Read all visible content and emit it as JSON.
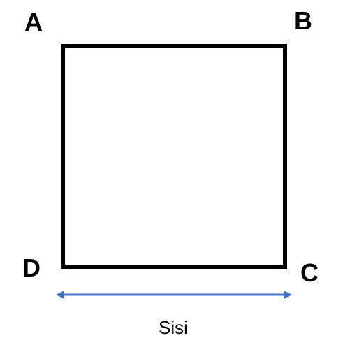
{
  "diagram": {
    "vertices": {
      "top_left": "A",
      "top_right": "B",
      "bottom_right": "C",
      "bottom_left": "D"
    },
    "side_label": "Sisi",
    "colors": {
      "square_stroke": "#000000",
      "arrow": "#4472C4",
      "text": "#000000"
    }
  }
}
